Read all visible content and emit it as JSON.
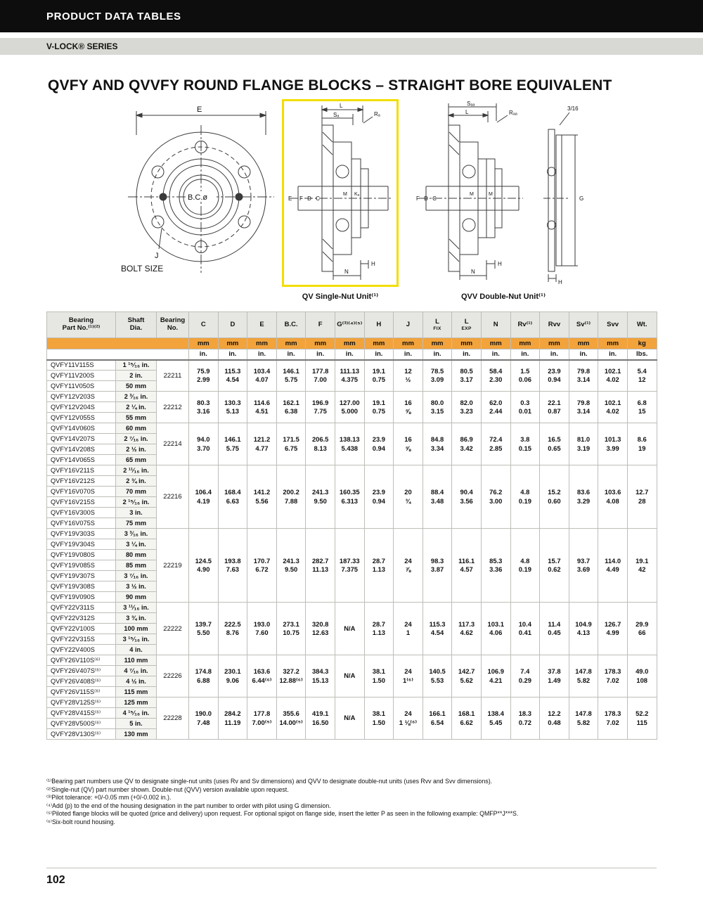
{
  "header": {
    "kicker": "PRODUCT DATA TABLES",
    "series": "V-LOCK® SERIES",
    "title": "QVFY AND QVVFY ROUND FLANGE BLOCKS – STRAIGHT BORE EQUIVALENT"
  },
  "colors": {
    "accent_yellow": "#F3DE00",
    "units_orange": "#F2A33C",
    "banner_black": "#0d0d0d"
  },
  "diagrams": {
    "front": {
      "dim_e": "E",
      "bc": "B.C.ø",
      "j": "J",
      "bolt_size": "BOLT SIZE"
    },
    "qv": {
      "caption": "QV Single-Nut Unit⁽¹⁾",
      "l": "L",
      "sa": "Sₐ",
      "ra": "Rₐ",
      "m": "M",
      "ka": "Kₐ",
      "e": "E",
      "fdc": "F D C",
      "h": "H",
      "n": "N"
    },
    "qvv": {
      "caption": "QVV Double-Nut Unit⁽¹⁾",
      "saa": "Sₐₐ",
      "l": "L",
      "raa": "Rₐₐ",
      "m1": "M",
      "m2": "M",
      "fdc": "F D C",
      "g": "G",
      "h1": "H",
      "h2": "H",
      "n": "N",
      "frac": "3/16"
    }
  },
  "table": {
    "columns": [
      {
        "key": "part",
        "lines": [
          "Bearing",
          "Part No.⁽¹⁾⁽²⁾"
        ]
      },
      {
        "key": "shaft",
        "lines": [
          "Shaft",
          "Dia."
        ]
      },
      {
        "key": "bearing-no",
        "lines": [
          "Bearing",
          "No."
        ]
      },
      {
        "key": "C",
        "lines": [
          "C"
        ]
      },
      {
        "key": "D",
        "lines": [
          "D"
        ]
      },
      {
        "key": "E",
        "lines": [
          "E"
        ]
      },
      {
        "key": "BC",
        "lines": [
          "B.C."
        ]
      },
      {
        "key": "F",
        "lines": [
          "F"
        ]
      },
      {
        "key": "G",
        "lines": [
          "G⁽³⁾⁽⁴⁾⁽⁵⁾"
        ]
      },
      {
        "key": "H",
        "lines": [
          "H"
        ]
      },
      {
        "key": "J",
        "lines": [
          "J"
        ]
      },
      {
        "key": "L-FIX",
        "lines": [
          "L",
          "FIX"
        ],
        "sub2": true
      },
      {
        "key": "L-EXP",
        "lines": [
          "L",
          "EXP"
        ],
        "sub2": true
      },
      {
        "key": "N",
        "lines": [
          "N"
        ]
      },
      {
        "key": "Rv",
        "lines": [
          "Rv⁽¹⁾"
        ]
      },
      {
        "key": "Rvv",
        "lines": [
          "Rvv"
        ]
      },
      {
        "key": "Sv",
        "lines": [
          "Sv⁽¹⁾"
        ]
      },
      {
        "key": "Svv",
        "lines": [
          "Svv"
        ]
      },
      {
        "key": "Wt",
        "lines": [
          "Wt."
        ]
      }
    ],
    "units": {
      "measure_mm": "mm",
      "measure_in": "in.",
      "weight_mm": "kg",
      "weight_in": "lbs."
    },
    "groups": [
      {
        "bearing_no": "22211",
        "rows": [
          {
            "part": "QVFY11V115S",
            "shaft": "1 ¹⁵⁄₁₆ in."
          },
          {
            "part": "QVFY11V200S",
            "shaft": "2 in."
          },
          {
            "part": "QVFY11V050S",
            "shaft": "50 mm"
          }
        ],
        "mm": [
          "75.9",
          "115.3",
          "103.4",
          "146.1",
          "177.8",
          "111.13",
          "19.1",
          "12",
          "78.5",
          "80.5",
          "58.4",
          "1.5",
          "23.9",
          "79.8",
          "102.1",
          "5.4"
        ],
        "in": [
          "2.99",
          "4.54",
          "4.07",
          "5.75",
          "7.00",
          "4.375",
          "0.75",
          "½",
          "3.09",
          "3.17",
          "2.30",
          "0.06",
          "0.94",
          "3.14",
          "4.02",
          "12"
        ]
      },
      {
        "bearing_no": "22212",
        "rows": [
          {
            "part": "QVFY12V203S",
            "shaft": "2 ³⁄₁₆ in."
          },
          {
            "part": "QVFY12V204S",
            "shaft": "2 ¼ in."
          },
          {
            "part": "QVFY12V055S",
            "shaft": "55 mm"
          }
        ],
        "mm": [
          "80.3",
          "130.3",
          "114.6",
          "162.1",
          "196.9",
          "127.00",
          "19.1",
          "16",
          "80.0",
          "82.0",
          "62.0",
          "0.3",
          "22.1",
          "79.8",
          "102.1",
          "6.8"
        ],
        "in": [
          "3.16",
          "5.13",
          "4.51",
          "6.38",
          "7.75",
          "5.000",
          "0.75",
          "⅝",
          "3.15",
          "3.23",
          "2.44",
          "0.01",
          "0.87",
          "3.14",
          "4.02",
          "15"
        ]
      },
      {
        "bearing_no": "22214",
        "rows": [
          {
            "part": "QVFY14V060S",
            "shaft": "60 mm"
          },
          {
            "part": "QVFY14V207S",
            "shaft": "2 ⁷⁄₁₆ in."
          },
          {
            "part": "QVFY14V208S",
            "shaft": "2 ½ in."
          },
          {
            "part": "QVFY14V065S",
            "shaft": "65 mm"
          }
        ],
        "mm": [
          "94.0",
          "146.1",
          "121.2",
          "171.5",
          "206.5",
          "138.13",
          "23.9",
          "16",
          "84.8",
          "86.9",
          "72.4",
          "3.8",
          "16.5",
          "81.0",
          "101.3",
          "8.6"
        ],
        "in": [
          "3.70",
          "5.75",
          "4.77",
          "6.75",
          "8.13",
          "5.438",
          "0.94",
          "⅝",
          "3.34",
          "3.42",
          "2.85",
          "0.15",
          "0.65",
          "3.19",
          "3.99",
          "19"
        ]
      },
      {
        "bearing_no": "22216",
        "rows": [
          {
            "part": "QVFY16V211S",
            "shaft": "2 ¹¹⁄₁₆ in."
          },
          {
            "part": "QVFY16V212S",
            "shaft": "2 ¾ in."
          },
          {
            "part": "QVFY16V070S",
            "shaft": "70 mm"
          },
          {
            "part": "QVFY16V215S",
            "shaft": "2 ¹⁵⁄₁₆ in."
          },
          {
            "part": "QVFY16V300S",
            "shaft": "3 in."
          },
          {
            "part": "QVFY16V075S",
            "shaft": "75 mm"
          }
        ],
        "mm": [
          "106.4",
          "168.4",
          "141.2",
          "200.2",
          "241.3",
          "160.35",
          "23.9",
          "20",
          "88.4",
          "90.4",
          "76.2",
          "4.8",
          "15.2",
          "83.6",
          "103.6",
          "12.7"
        ],
        "in": [
          "4.19",
          "6.63",
          "5.56",
          "7.88",
          "9.50",
          "6.313",
          "0.94",
          "¾",
          "3.48",
          "3.56",
          "3.00",
          "0.19",
          "0.60",
          "3.29",
          "4.08",
          "28"
        ]
      },
      {
        "bearing_no": "22219",
        "rows": [
          {
            "part": "QVFY19V303S",
            "shaft": "3 ³⁄₁₆ in."
          },
          {
            "part": "QVFY19V304S",
            "shaft": "3 ¼ in."
          },
          {
            "part": "QVFY19V080S",
            "shaft": "80 mm"
          },
          {
            "part": "QVFY19V085S",
            "shaft": "85 mm"
          },
          {
            "part": "QVFY19V307S",
            "shaft": "3 ⁷⁄₁₆ in."
          },
          {
            "part": "QVFY19V308S",
            "shaft": "3 ½ in."
          },
          {
            "part": "QVFY19V090S",
            "shaft": "90 mm"
          }
        ],
        "mm": [
          "124.5",
          "193.8",
          "170.7",
          "241.3",
          "282.7",
          "187.33",
          "28.7",
          "24",
          "98.3",
          "116.1",
          "85.3",
          "4.8",
          "15.7",
          "93.7",
          "114.0",
          "19.1"
        ],
        "in": [
          "4.90",
          "7.63",
          "6.72",
          "9.50",
          "11.13",
          "7.375",
          "1.13",
          "⅞",
          "3.87",
          "4.57",
          "3.36",
          "0.19",
          "0.62",
          "3.69",
          "4.49",
          "42"
        ]
      },
      {
        "bearing_no": "22222",
        "rows": [
          {
            "part": "QVFY22V311S",
            "shaft": "3 ¹¹⁄₁₆ in."
          },
          {
            "part": "QVFY22V312S",
            "shaft": "3 ¾ in."
          },
          {
            "part": "QVFY22V100S",
            "shaft": "100 mm"
          },
          {
            "part": "QVFY22V315S",
            "shaft": "3 ¹⁵⁄₁₆ in."
          },
          {
            "part": "QVFY22V400S",
            "shaft": "4 in."
          }
        ],
        "mm": [
          "139.7",
          "222.5",
          "193.0",
          "273.1",
          "320.8",
          "N/A",
          "28.7",
          "24",
          "115.3",
          "117.3",
          "103.1",
          "10.4",
          "11.4",
          "104.9",
          "126.7",
          "29.9"
        ],
        "in": [
          "5.50",
          "8.76",
          "7.60",
          "10.75",
          "12.63",
          "",
          "1.13",
          "1",
          "4.54",
          "4.62",
          "4.06",
          "0.41",
          "0.45",
          "4.13",
          "4.99",
          "66"
        ]
      },
      {
        "bearing_no": "22226",
        "rows": [
          {
            "part": "QVFY26V110S⁽⁶⁾",
            "shaft": "110 mm"
          },
          {
            "part": "QVFY26V407S⁽⁶⁾",
            "shaft": "4 ⁷⁄₁₆ in."
          },
          {
            "part": "QVFY26V408S⁽⁶⁾",
            "shaft": "4 ½ in."
          },
          {
            "part": "QVFY26V115S⁽⁶⁾",
            "shaft": "115 mm"
          }
        ],
        "mm": [
          "174.8",
          "230.1",
          "163.6",
          "327.2",
          "384.3",
          "N/A",
          "38.1",
          "24",
          "140.5",
          "142.7",
          "106.9",
          "7.4",
          "37.8",
          "147.8",
          "178.3",
          "49.0"
        ],
        "in": [
          "6.88",
          "9.06",
          "6.44⁽⁶⁾",
          "12.88⁽⁶⁾",
          "15.13",
          "",
          "1.50",
          "1⁽⁶⁾",
          "5.53",
          "5.62",
          "4.21",
          "0.29",
          "1.49",
          "5.82",
          "7.02",
          "108"
        ]
      },
      {
        "bearing_no": "22228",
        "rows": [
          {
            "part": "QVFY28V125S⁽⁶⁾",
            "shaft": "125 mm"
          },
          {
            "part": "QVFY28V415S⁽⁶⁾",
            "shaft": "4 ¹⁵⁄₁₆ in."
          },
          {
            "part": "QVFY28V500S⁽⁶⁾",
            "shaft": "5 in."
          },
          {
            "part": "QVFY28V130S⁽⁶⁾",
            "shaft": "130 mm"
          }
        ],
        "mm": [
          "190.0",
          "284.2",
          "177.8",
          "355.6",
          "419.1",
          "N/A",
          "38.1",
          "24",
          "166.1",
          "168.1",
          "138.4",
          "18.3",
          "12.2",
          "147.8",
          "178.3",
          "52.2"
        ],
        "in": [
          "7.48",
          "11.19",
          "7.00⁽⁵⁾",
          "14.00⁽⁵⁾",
          "16.50",
          "",
          "1.50",
          "1 ⅛⁽⁶⁾",
          "6.54",
          "6.62",
          "5.45",
          "0.72",
          "0.48",
          "5.82",
          "7.02",
          "115"
        ]
      }
    ]
  },
  "footnotes": [
    "⁽¹⁾Bearing part numbers use QV to designate single-nut units (uses Rv and Sv dimensions) and QVV to designate double-nut units (uses Rvv and Svv dimensions).",
    "⁽²⁾Single-nut (QV) part number shown. Double-nut (QVV) version available upon request.",
    "⁽³⁾Pilot tolerance: +0/-0.05 mm (+0/-0.002 in.).",
    "⁽⁴⁾Add (p) to the end of the housing designation in the part number to order with pilot using G dimension.",
    "⁽⁵⁾Piloted flange blocks will be quoted (price and delivery) upon request. For optional spigot on flange side, insert the letter P as seen in the following example: QMFP**J***S.",
    "⁽⁶⁾Six-bolt round housing."
  ],
  "page_number": "102"
}
